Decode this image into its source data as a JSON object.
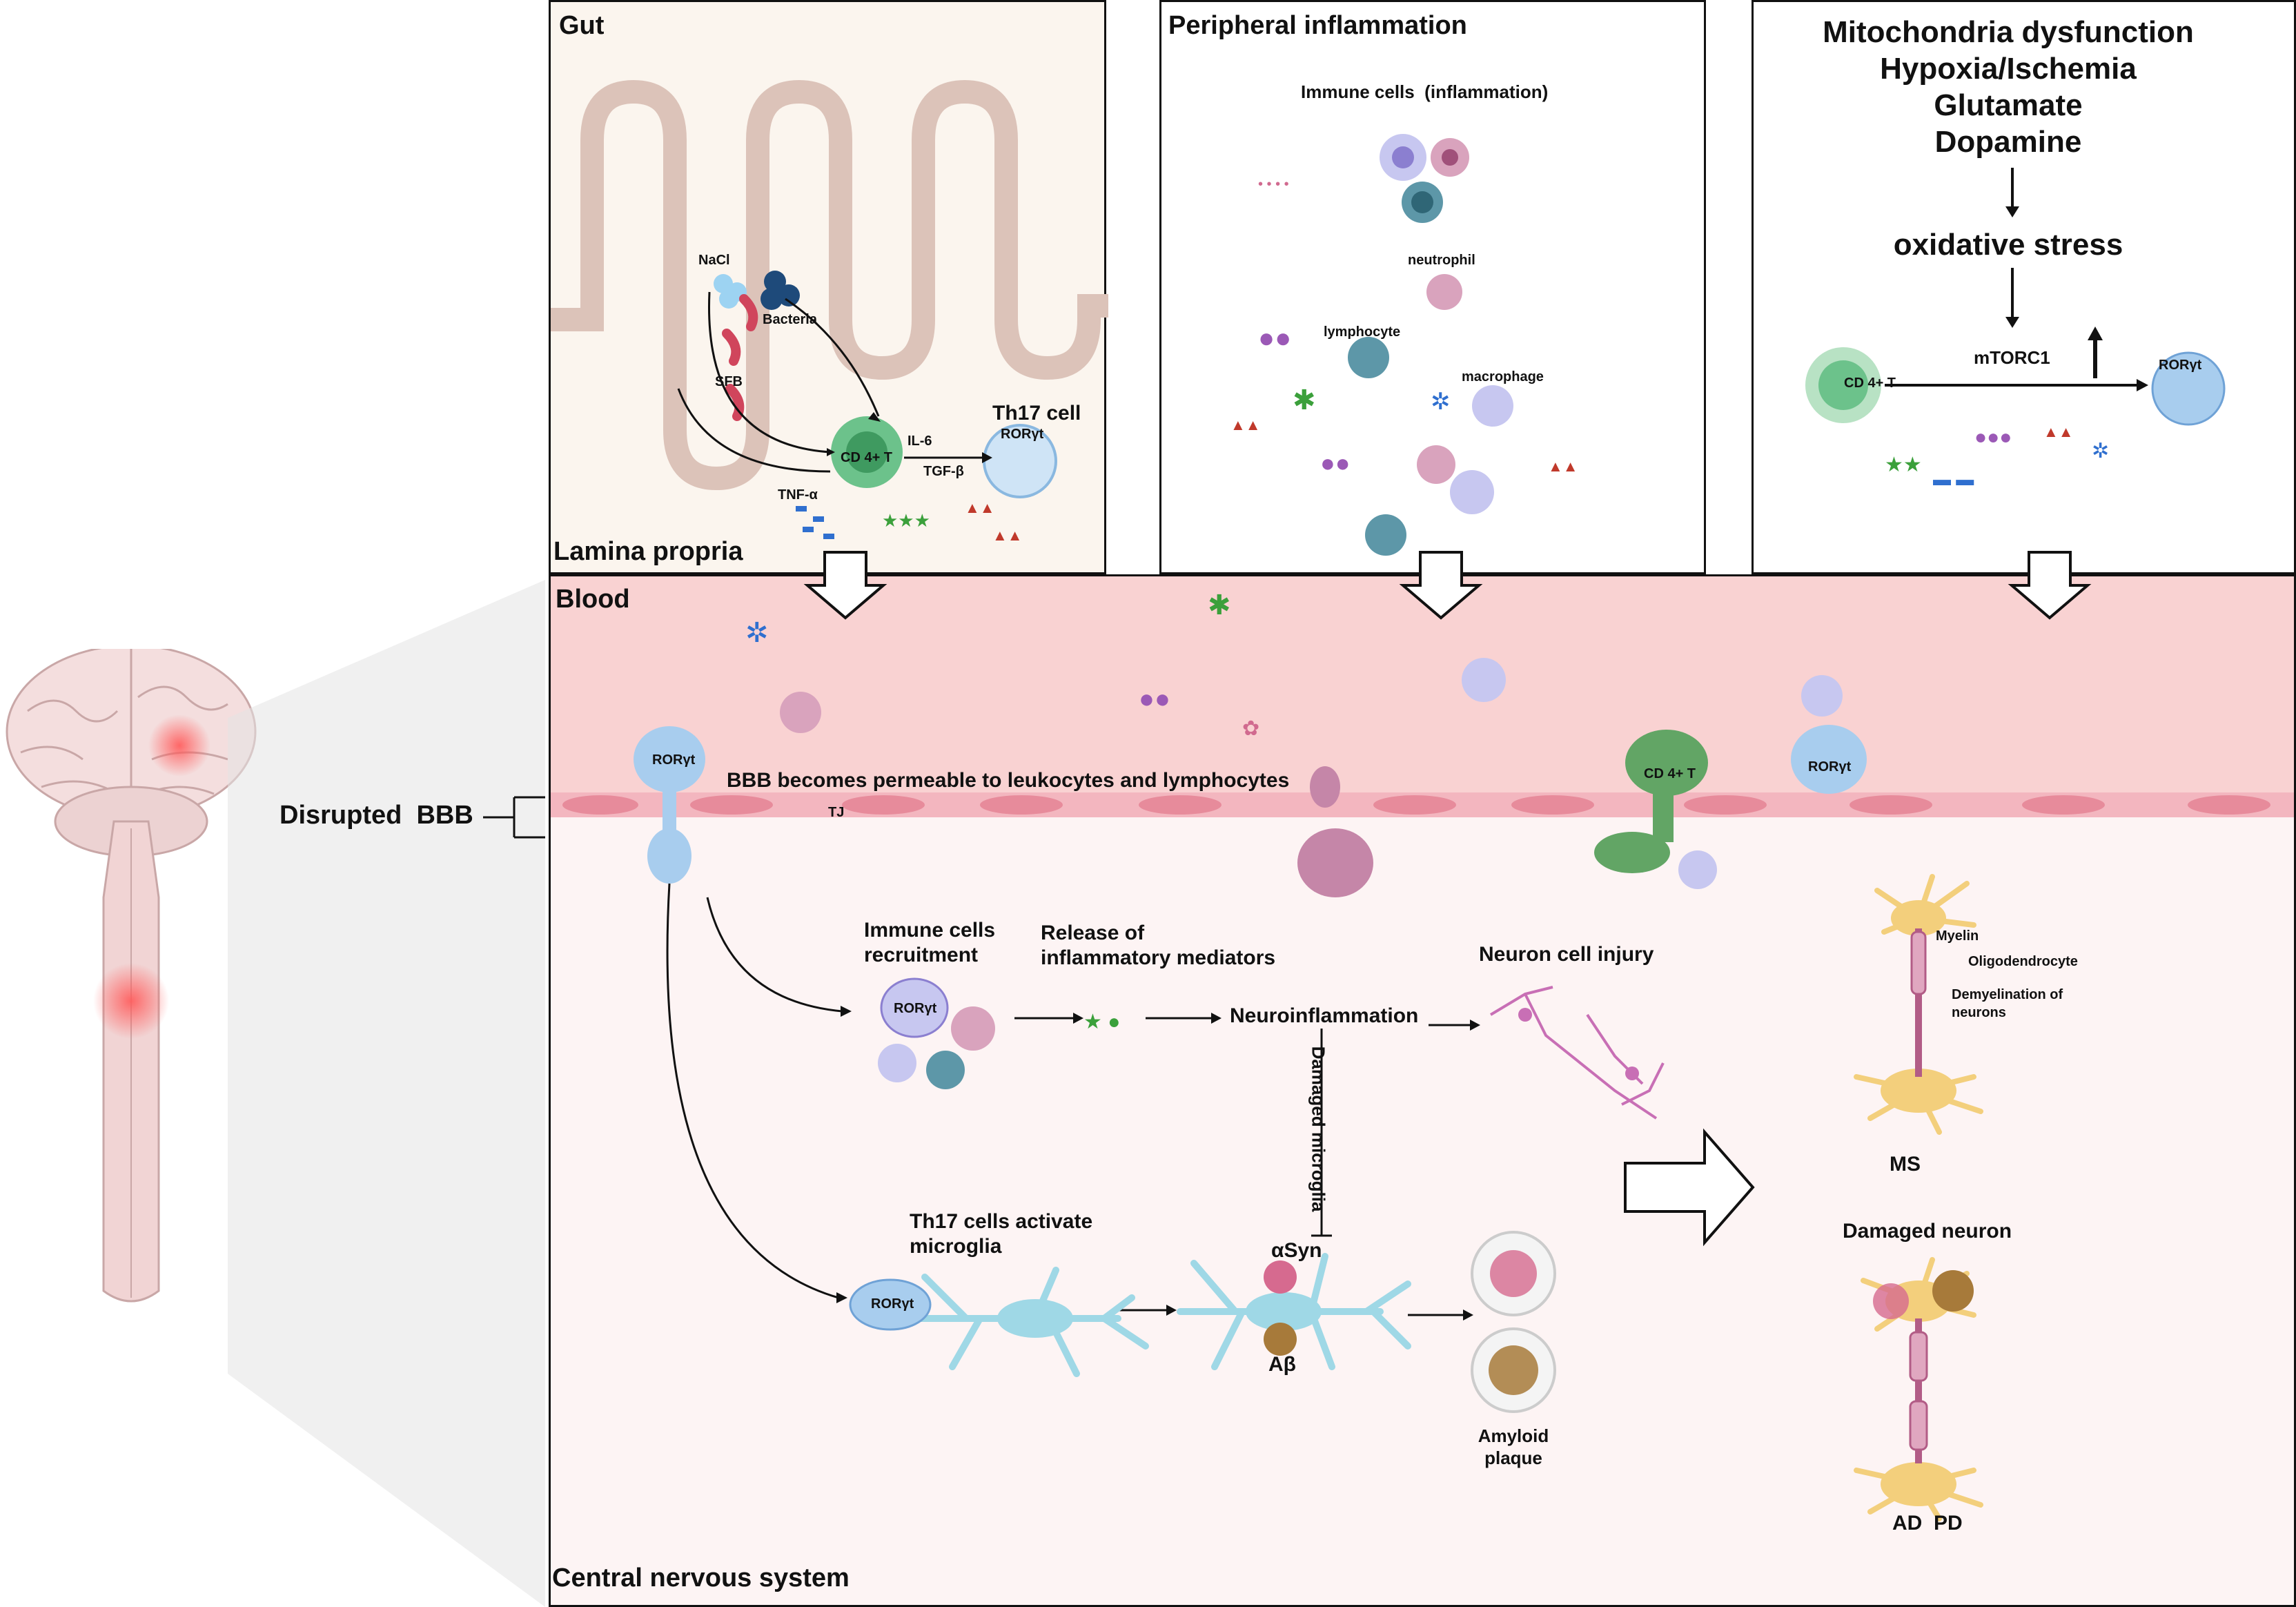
{
  "gut": {
    "title": "Gut",
    "lamina_propria": "Lamina propria",
    "nacl": "NaCl",
    "bacteria": "Bacteria",
    "sfb": "SFB",
    "tnf": "TNF-α",
    "il6": "IL-6",
    "tgfb": "TGF-β",
    "cd4": "CD 4+ T",
    "th17": "Th17 cell",
    "roryt": "RORγt"
  },
  "peripheral": {
    "title": "Peripheral inflammation",
    "immune_cells": "Immune cells  (inflammation)",
    "neutrophil": "neutrophil",
    "lymphocyte": "lymphocyte",
    "macrophage": "macrophage"
  },
  "mito": {
    "line1": "Mitochondria dysfunction",
    "line2": "Hypoxia/Ischemia",
    "line3": "Glutamate",
    "line4": "Dopamine",
    "oxidative": "oxidative stress",
    "mtorc1": "mTORC1",
    "cd4": "CD 4+ T",
    "roryt": "RORγt"
  },
  "blood": {
    "title": "Blood",
    "bbb_text": "BBB becomes permeable to leukocytes and lymphocytes",
    "roryt": "RORγt",
    "cd4": "CD 4+ T",
    "tj": "TJ"
  },
  "left": {
    "disrupted_bbb": "Disrupted  BBB"
  },
  "cns": {
    "title": "Central nervous system",
    "immune_recruit": "Immune cells\nrecruitment",
    "release": "Release of\ninflammatory mediators",
    "neuroinflammation": "Neuroinflammation",
    "neuron_injury": "Neuron cell injury",
    "damaged_microglia": "Damaged microglia",
    "th17_activate": "Th17 cells activate\nmicroglia",
    "asyn": "αSyn",
    "abeta": "Aβ",
    "amyloid": "Amyloid\nplaque",
    "roryt": "RORγt",
    "myelin": "Myelin",
    "oligodendrocyte": "Oligodendrocyte",
    "demyelination": "Demyelination of\nneurons",
    "ms": "MS",
    "damaged_neuron": "Damaged neuron",
    "adpd": "AD  PD"
  },
  "colors": {
    "blood_bg": "#f9d2d2",
    "cns_bg": "#fdf4f4",
    "gut_bg": "#fbf5ee",
    "villi": "#dcc3b9",
    "th_cell": "#a8cdee",
    "cd4_green": "#6cc28b",
    "microglia": "#9fd8e6",
    "neuron": "#f3cf7c"
  }
}
